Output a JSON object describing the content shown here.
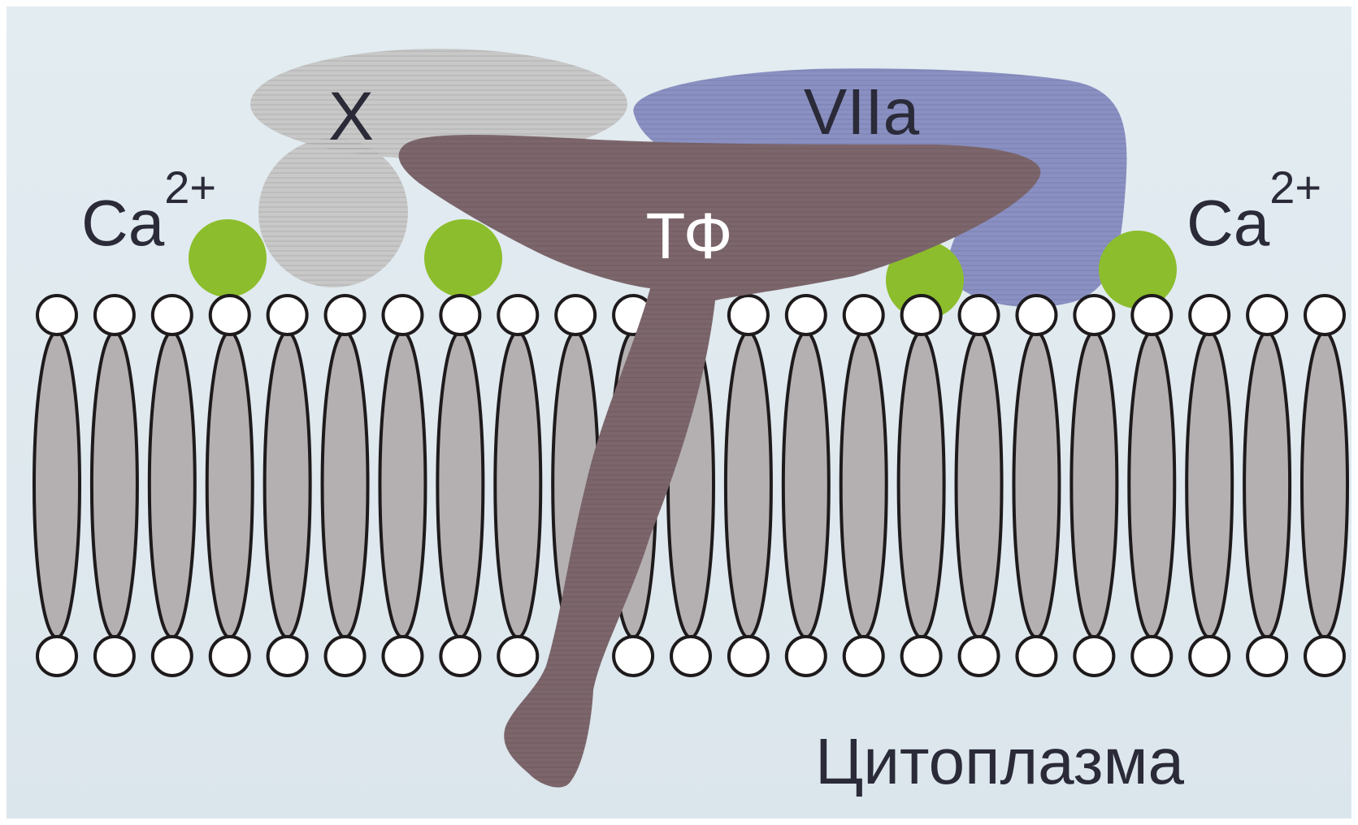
{
  "labels": {
    "factor_x": "X",
    "factor_viia": "VIIa",
    "tissue_factor": "ТФ",
    "calcium_left_base": "Ca",
    "calcium_left_sup": "2+",
    "calcium_right_base": "Ca",
    "calcium_right_sup": "2+",
    "cytoplasm": "Цитоплазма"
  },
  "colors": {
    "background": "#dfe9ef",
    "factor_x": "#c8c8c8",
    "factor_viia": "#8a90c2",
    "tissue_factor": "#7c666c",
    "calcium": "#8cbd2c",
    "lipid_tail": "#b4b0b2",
    "lipid_head": "#ffffff",
    "outline": "#1e1a1c",
    "text_dark": "#2a2a38",
    "text_light": "#ffffff"
  },
  "membrane": {
    "lipid_pairs": 23
  }
}
